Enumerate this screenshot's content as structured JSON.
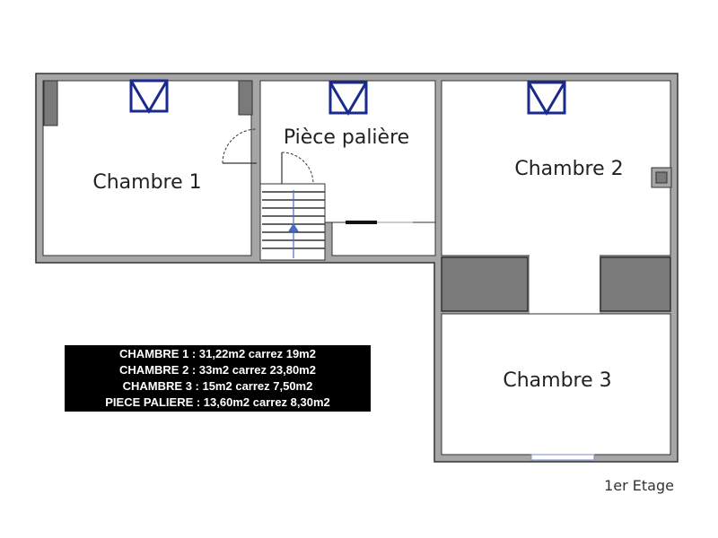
{
  "plan": {
    "rooms": [
      {
        "id": "chambre-1",
        "label": "Chambre 1"
      },
      {
        "id": "piece-paliere",
        "label": "Pièce palière"
      },
      {
        "id": "chambre-2",
        "label": "Chambre 2"
      },
      {
        "id": "chambre-3",
        "label": "Chambre 3"
      }
    ],
    "floor_label": "1er Etage",
    "colors": {
      "wall": "#a6a6a6",
      "wall_edge": "#333333",
      "window": "#1a2a8c",
      "fixture": "#7a7a7a"
    }
  },
  "legend": {
    "lines": [
      "CHAMBRE 1 : 31,22m2 carrez 19m2",
      "CHAMBRE 2 : 33m2 carrez 23,80m2",
      "CHAMBRE 3 : 15m2 carrez 7,50m2",
      "PIECE PALIERE : 13,60m2 carrez 8,30m2"
    ]
  }
}
